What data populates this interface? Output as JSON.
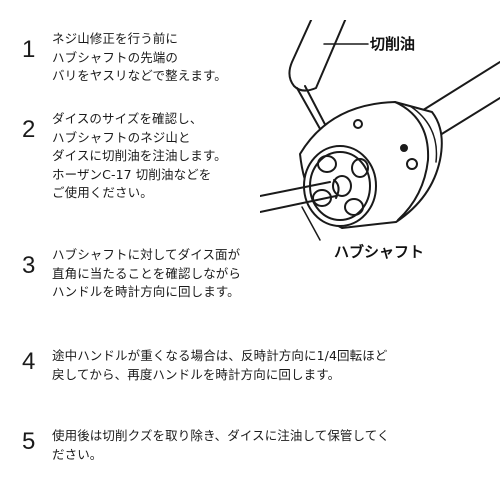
{
  "steps": [
    {
      "number": "1",
      "lines": [
        "ネジ山修正を行う前に",
        "ハブシャフトの先端の",
        "バリをヤスリなどで整えます。"
      ]
    },
    {
      "number": "2",
      "lines": [
        "ダイスのサイズを確認し、",
        "ハブシャフトのネジ山と",
        "ダイスに切削油を注油します。",
        "ホーザンC-17 切削油などを",
        "ご使用ください。"
      ]
    },
    {
      "number": "3",
      "lines": [
        "ハブシャフトに対してダイス面が",
        "直角に当たることを確認しながら",
        "ハンドルを時計方向に回します。"
      ]
    },
    {
      "number": "4",
      "lines": [
        "途中ハンドルが重くなる場合は、反時計方向に1/4回転ほど",
        "戻してから、再度ハンドルを時計方向に回します。"
      ]
    },
    {
      "number": "5",
      "lines": [
        "使用後は切削クズを取り除き、ダイスに注油して保管してく",
        "ださい。"
      ]
    }
  ],
  "illustration": {
    "oil_label": "切削油",
    "shaft_label": "ハブシャフト"
  }
}
